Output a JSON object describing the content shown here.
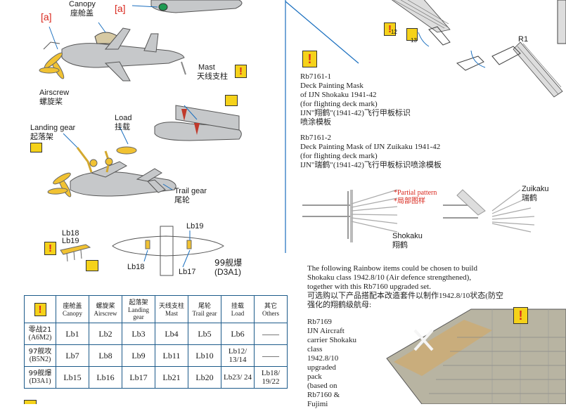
{
  "left_panel": {
    "ref_a1": "[a]",
    "ref_a2": "[a]",
    "canopy_en": "Canopy",
    "canopy_cn": "座舱盖",
    "mast_en": "Mast",
    "mast_cn": "天线支柱",
    "airscrew_en": "Airscrew",
    "airscrew_cn": "螺旋桨",
    "load_en": "Load",
    "load_cn": "挂载",
    "landing_en": "Landing gear",
    "landing_cn": "起落架",
    "trail_en": "Trail gear",
    "trail_cn": "尾轮",
    "lb18": "Lb18",
    "lb19": "Lb19",
    "lb19_b": "Lb19",
    "lb18_b": "Lb18",
    "lb17": "Lb17",
    "plane_cn": "99舰爆",
    "plane_en": "(D3A1)"
  },
  "table": {
    "headers": [
      {
        "cn": "座舱盖",
        "en": "Canopy"
      },
      {
        "cn": "螺旋桨",
        "en": "Airscrew"
      },
      {
        "cn": "起落架",
        "en": "Landing gear"
      },
      {
        "cn": "天线支柱",
        "en": "Mast"
      },
      {
        "cn": "尾轮",
        "en": "Trail gear"
      },
      {
        "cn": "挂载",
        "en": "Load"
      },
      {
        "cn": "其它",
        "en": "Others"
      }
    ],
    "rows": [
      {
        "name_cn": "零战21",
        "name_en": "(A6M2)",
        "cells": [
          "Lb1",
          "Lb2",
          "Lb3",
          "Lb4",
          "Lb5",
          "Lb6",
          "——"
        ]
      },
      {
        "name_cn": "97舰攻",
        "name_en": "(B5N2)",
        "cells": [
          "Lb7",
          "Lb8",
          "Lb9",
          "Lb11",
          "Lb10",
          "Lb12/ 13/14",
          "——"
        ]
      },
      {
        "name_cn": "99舰爆",
        "name_en": "(D3A1)",
        "cells": [
          "Lb15",
          "Lb16",
          "Lb17",
          "Lb21",
          "Lb20",
          "Lb23/ 24",
          "Lb18/ 19/22"
        ]
      }
    ]
  },
  "right_panel": {
    "step12": "12",
    "step13": "13",
    "r1": "R1",
    "mask1": [
      "Rb7161-1",
      "Deck Painting Mask",
      "of IJN Shokaku 1941-42",
      "(for flighting deck mark)",
      "IJN\"翔鹤\"(1941-42)飞行甲板标识",
      "喷涂模板"
    ],
    "mask2": [
      "Rb7161-2",
      "Deck Painting Mask of IJN Zuikaku 1941-42",
      "(for flighting deck mark)",
      "IJN\"瑞鹤\"(1941-42)飞行甲板标识喷涂模板"
    ],
    "partial_en": "*Partial pattern",
    "partial_cn": "*局部图样",
    "zuikaku_en": "Zuikaku",
    "zuikaku_cn": "瑞鹤",
    "shokaku_en": "Shokaku",
    "shokaku_cn": "翔鹤",
    "rainbow": [
      "The following Rainbow items could be chosen to build",
      "Shokaku class 1942.8/10 (Air defence strengthened),",
      "together with this Rb7160 upgraded set.",
      "可选购以下产品搭配本改造套件以制作1942.8/10状态(防空",
      "强化的翔鹤级航母:"
    ],
    "item": [
      "Rb7169",
      "IJN Aircraft",
      "carrier Shokaku",
      "class",
      "1942.8/10",
      "upgraded",
      "pack",
      "(based on",
      "Rb7160 &",
      "Fujimi"
    ]
  }
}
